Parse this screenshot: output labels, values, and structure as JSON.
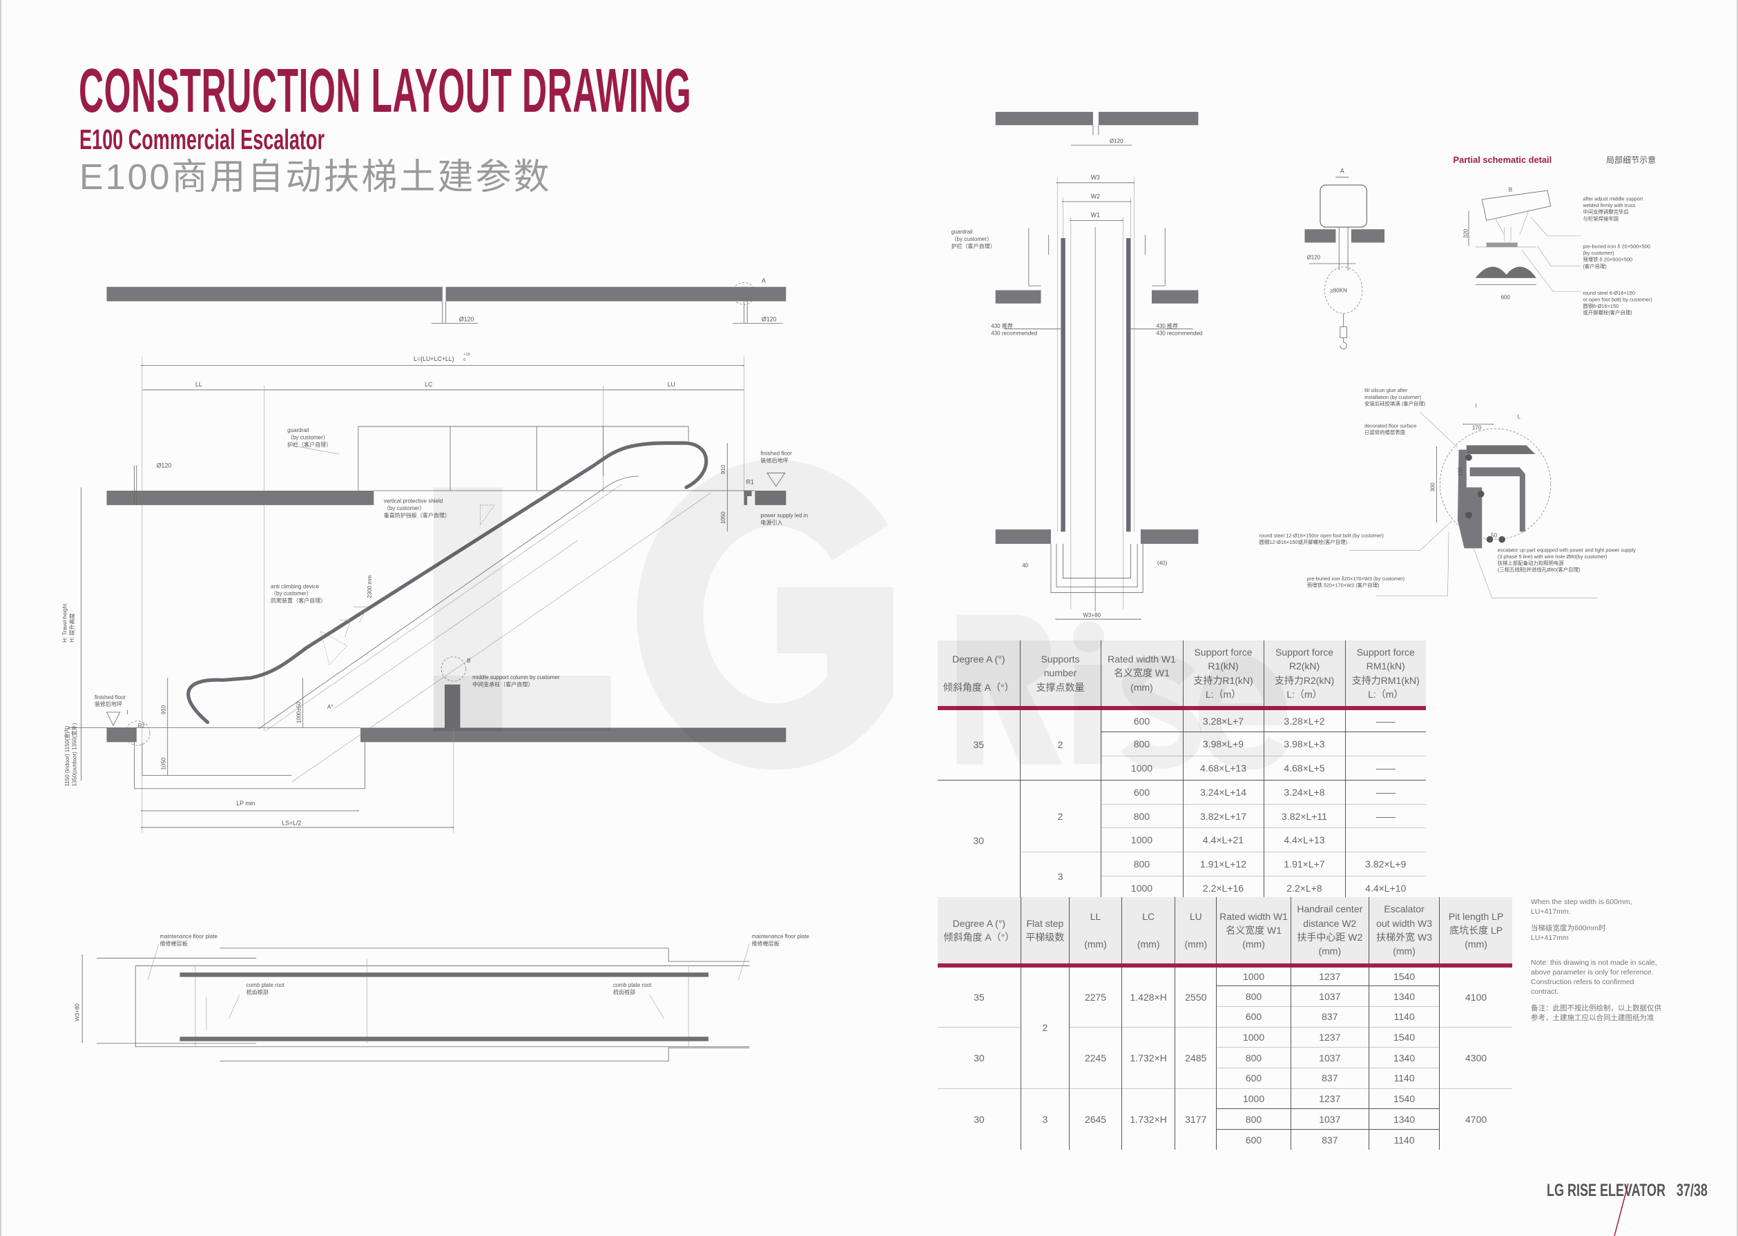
{
  "header": {
    "title": "CONSTRUCTION LAYOUT DRAWING",
    "subtitle": "E100 Commercial Escalator",
    "subtitle_cn": "E100商用自动扶梯土建参数"
  },
  "colors": {
    "accent": "#9b1c48",
    "table_rule": "#a31f4a",
    "slab": "#77777c",
    "header_bg": "#ececec"
  },
  "elevation": {
    "dia_top_left": "Ø120",
    "dia_top_right": "Ø120",
    "marker_a": "A",
    "dim_total": "L=(LU+LC+LL)",
    "dim_total_tol_upper": "+10",
    "dim_total_tol_lower": "0",
    "dim_ll": "LL",
    "dim_lc": "LC",
    "dim_lu": "LU",
    "guardrail": [
      "guardrail",
      "（by customer）",
      "护栏（客户自理）"
    ],
    "dia_upper": "Ø120",
    "finished_floor_upper": [
      "finished floor",
      "装修后地坪"
    ],
    "r1": "R1",
    "dim_910_upper": "910",
    "dim_1050_upper": "1050",
    "power_supply": [
      "power supply led in",
      "电源引入"
    ],
    "vertical_shield": [
      "vertical protective shield",
      "（by customer）",
      "垂直防护挡板（客户自理）"
    ],
    "dim_2300": "2300  mm",
    "anti_climbing": [
      "anti climbing device",
      "（by customer）",
      "防爬装置（客户自理）"
    ],
    "travel_height": [
      "H: Travel height",
      "H: 提升高度"
    ],
    "pit_depth": [
      "1150 (indoor) 1150(室内)",
      "1350(outdoor) 1350(室外)"
    ],
    "finished_floor_lower": [
      "finished floor",
      "装修后地坪"
    ],
    "r2": "R2",
    "detail_i": "I",
    "dim_910_lower": "910",
    "dim_1050_lower": "1050",
    "dim_1000": "1000±50",
    "angle": "A°",
    "marker_b": "B",
    "middle_support": [
      "middle support column by customer",
      "中间支承柱（客户自理）"
    ],
    "lp_min": "LP  min",
    "ls": "LS=L/2"
  },
  "section": {
    "dia": "Ø120",
    "w3": "W3",
    "w2": "W2",
    "w1": "W1",
    "guardrail": [
      "guardrail",
      "（by customer）",
      "护栏（客户自理）"
    ],
    "rec_left": [
      "430  推荐",
      "430 recommended"
    ],
    "rec_right": [
      "430  推荐",
      "430 recommended"
    ],
    "gap_left": "40",
    "gap_right": "(40)",
    "pit_width": "W3+80"
  },
  "detail_a": {
    "label": "A",
    "dia": "Ø120",
    "load": "≥80KN"
  },
  "detail_b": {
    "heading": "Partial schematic detail",
    "heading_cn": "局部细节示意",
    "label": "B",
    "dim_height": "320",
    "dim_width": "600",
    "note_weld": [
      "after adjust middle support",
      "welded firmly with truss",
      "中间支撑调整完毕后",
      "与桁架焊接牢固"
    ],
    "note_iron": [
      "pre-buried iron δ 20×500×500",
      "(by customer)",
      "预埋铁 δ 20×500×500",
      "(客户自理)"
    ],
    "note_steel": [
      "round steel 6-Ø16×150",
      "or open foot bolt( by customer)",
      "圆钢6-Ø16×150",
      "或开脚螺栓(客户自理)"
    ]
  },
  "detail_i": {
    "label": "I",
    "label_l": "L",
    "dim_170": "170",
    "dim_135": "135",
    "dim_300": "300",
    "dim_50": "50",
    "note_glue": [
      "fill silicon glue after",
      "installation (by customer)",
      "安装后硅胶填满 (客户自理)"
    ],
    "note_floor": [
      "decorated floor surface",
      "已装修的楼层表面"
    ],
    "note_steel": [
      "round steel 12-Ø16×150or open foot bolt (by customer)",
      "圆钢12-Ø16×150或开脚螺栓(客户自理)"
    ],
    "note_power": [
      "escalator up part equipped with power and light power supply",
      "(3 phase 5 line) with wire hole Ø80(by customer)",
      "扶梯上部配备动力和照明电源",
      "(三相五线制)并进线孔Ø80(客户自理)"
    ],
    "note_iron": [
      "pre-buried iron  δ20×170×W3 (by customer)",
      "预埋铁 δ20×170×W3 (客户自理)"
    ]
  },
  "plan": {
    "maintenance_left": [
      "maintenance floor plate",
      "维修楼层板"
    ],
    "maintenance_right": [
      "maintenance floor plate",
      "维修楼层板"
    ],
    "comb_left": [
      "comb plate root",
      "梳齿根部"
    ],
    "comb_right": [
      "comb plate root",
      "梳齿根部"
    ],
    "width": "W3+80"
  },
  "support_table": {
    "headers": [
      [
        "Degree A (°)",
        "",
        "倾斜角度 A（°）"
      ],
      [
        "Supports",
        "number",
        "支撑点数量"
      ],
      [
        "Rated width W1",
        "名义宽度 W1",
        "(mm)"
      ],
      [
        "Support force",
        "R1(kN)",
        "支持力R1(kN)",
        "L:（m）"
      ],
      [
        "Support force",
        "R2(kN)",
        "支持力R2(kN)",
        "L:（m）"
      ],
      [
        "Support force",
        "RM1(kN)",
        "支持力RM1(kN)",
        "L:（m）"
      ]
    ],
    "groups": [
      {
        "degree": "35",
        "subgroups": [
          {
            "supports": "2",
            "rows": [
              [
                "600",
                "3.28×L+7",
                "3.28×L+2",
                "——"
              ],
              [
                "800",
                "3.98×L+9",
                "3.98×L+3",
                ""
              ],
              [
                "1000",
                "4.68×L+13",
                "4.68×L+5",
                "——"
              ]
            ]
          }
        ]
      },
      {
        "degree": "30",
        "subgroups": [
          {
            "supports": "2",
            "rows": [
              [
                "600",
                "3.24×L+14",
                "3.24×L+8",
                "——"
              ],
              [
                "800",
                "3.82×L+17",
                "3.82×L+11",
                "——"
              ],
              [
                "1000",
                "4.4×L+21",
                "4.4×L+13",
                ""
              ]
            ]
          },
          {
            "supports": "3",
            "rows": [
              [
                "800",
                "1.91×L+12",
                "1.91×L+7",
                "3.82×L+9"
              ],
              [
                "1000",
                "2.2×L+16",
                "2.2×L+8",
                "4.4×L+10"
              ]
            ]
          }
        ]
      }
    ]
  },
  "dimension_table": {
    "headers": [
      [
        "Degree A (°)",
        "倾斜角度 A（°）"
      ],
      [
        "Flat step",
        "平梯级数"
      ],
      [
        "LL",
        "",
        "(mm)"
      ],
      [
        "LC",
        "",
        "(mm)"
      ],
      [
        "LU",
        "",
        "(mm)"
      ],
      [
        "Rated width W1",
        "名义宽度 W1",
        "(mm)"
      ],
      [
        "Handrail center",
        "distance W2",
        "扶手中心距 W2",
        "(mm)"
      ],
      [
        "Escalator",
        "out width W3",
        "扶梯外宽 W3",
        "(mm)"
      ],
      [
        "Pit length  LP",
        "底坑长度 LP",
        "(mm)"
      ]
    ],
    "groups": [
      {
        "degree": "35",
        "flat_step": "2",
        "ll": "2275",
        "lc": "1.428×H",
        "lu": "2550",
        "lp": "4100",
        "rows": [
          [
            "1000",
            "1237",
            "1540"
          ],
          [
            "800",
            "1037",
            "1340"
          ],
          [
            "600",
            "837",
            "1140"
          ]
        ]
      },
      {
        "degree": "30",
        "flat_step": "2",
        "ll": "2245",
        "lc": "1.732×H",
        "lu": "2485",
        "lp": "4300",
        "rows": [
          [
            "1000",
            "1237",
            "1540"
          ],
          [
            "800",
            "1037",
            "1340"
          ],
          [
            "600",
            "837",
            "1140"
          ]
        ]
      },
      {
        "degree": "30",
        "flat_step": "3",
        "ll": "2645",
        "lc": "1.732×H",
        "lu": "3177",
        "lp": "4700",
        "rows": [
          [
            "1000",
            "1237",
            "1540"
          ],
          [
            "800",
            "1037",
            "1340"
          ],
          [
            "600",
            "837",
            "1140"
          ]
        ]
      }
    ]
  },
  "notes": {
    "step_width": [
      "When the step width is 600mm,",
      "LU+417mm."
    ],
    "step_width_cn": [
      "当梯级宽度为600mm时",
      "LU+417mm"
    ],
    "scale": [
      "Note: this drawing is not made in scale,",
      "above parameter is only for reference.",
      "Construction refers to confirmed",
      "contract."
    ],
    "scale_cn": [
      "备注：此图不按比例绘制，以上数据仅供",
      "参考，土建施工应以合同土建图纸为准"
    ]
  },
  "footer": {
    "brand": "LG RISE ELEVATOR",
    "page": "37/38"
  },
  "watermark": {
    "logo": "LG",
    "word": "Rise"
  }
}
